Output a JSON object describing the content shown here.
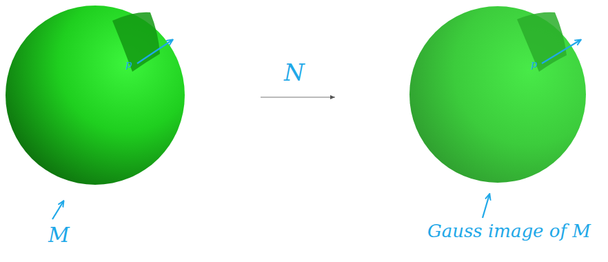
{
  "diagram": {
    "labels": [
      "p",
      "N",
      "p",
      "M",
      "Gauss image of M"
    ]
  }
}
